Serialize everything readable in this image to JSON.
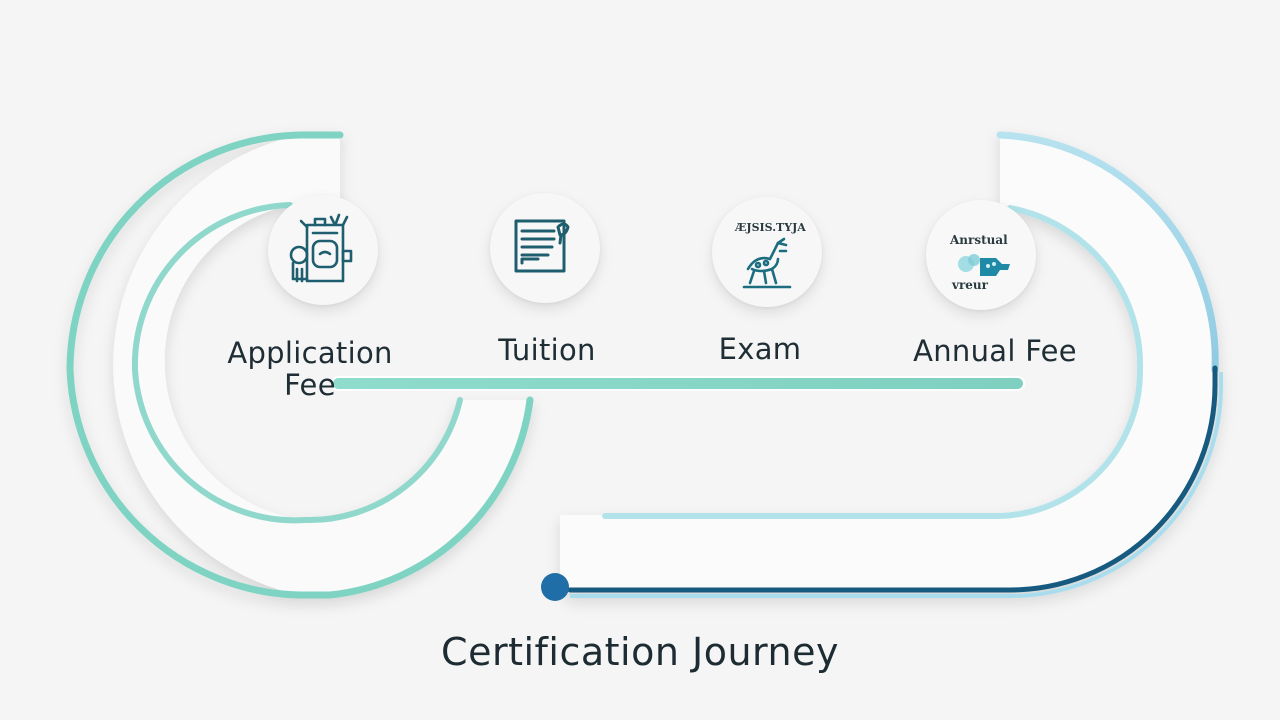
{
  "title": "Certification Journey",
  "stages": [
    {
      "label": "Application Fee",
      "line1": "Application",
      "line2": "Fee",
      "icon": "application-form-icon"
    },
    {
      "label": "Tuition",
      "icon": "document-signature-icon"
    },
    {
      "label": "Exam",
      "icon": "exam-figure-icon",
      "icon_caption": "ÆJSIS.TYJA"
    },
    {
      "label": "Annual Fee",
      "icon": "renewal-icon",
      "icon_caption_top": "Anrstual",
      "icon_caption_bottom": "vreur"
    }
  ],
  "colors": {
    "background": "#f5f5f5",
    "teal": "#7fd3c3",
    "teal_dark": "#5fbfae",
    "light_blue": "#a9dcec",
    "navy": "#135a80",
    "dot": "#1f6ea8",
    "icon_stroke": "#1f5e6e",
    "text": "#1f2d35"
  }
}
